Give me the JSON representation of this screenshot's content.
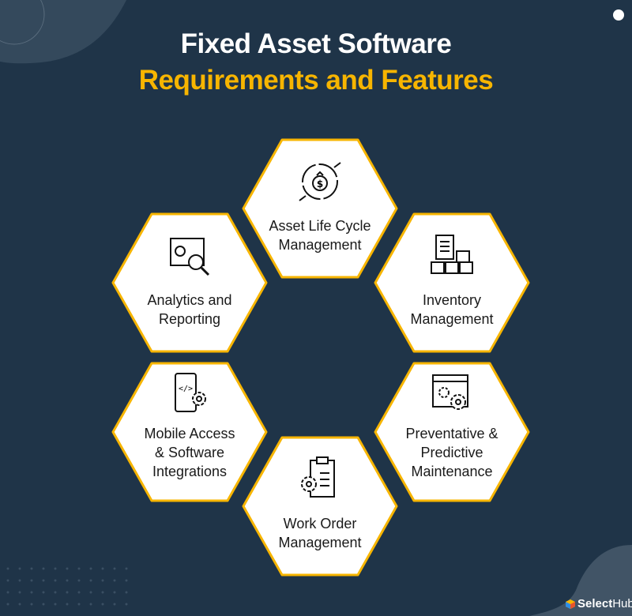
{
  "title": {
    "line1": "Fixed Asset Software",
    "line2": "Requirements and Features"
  },
  "colors": {
    "background": "#1f3448",
    "accent": "#f7b500",
    "hex_fill": "#ffffff"
  },
  "features": [
    {
      "label_lines": [
        "Asset Life Cycle",
        "Management"
      ],
      "icon": "money-bag-cycle-icon"
    },
    {
      "label_lines": [
        "Analytics and",
        "Reporting"
      ],
      "icon": "analytics-magnifier-icon"
    },
    {
      "label_lines": [
        "Inventory",
        "Management"
      ],
      "icon": "clipboard-boxes-icon"
    },
    {
      "label_lines": [
        "Mobile Access",
        "& Software",
        "Integrations"
      ],
      "icon": "mobile-code-gear-icon"
    },
    {
      "label_lines": [
        "Preventative &",
        "Predictive",
        "Maintenance"
      ],
      "icon": "browser-gears-icon"
    },
    {
      "label_lines": [
        "Work Order",
        "Management"
      ],
      "icon": "clipboard-gear-icon"
    }
  ],
  "brand": {
    "name_part1": "Select",
    "name_part2": "Hub"
  }
}
